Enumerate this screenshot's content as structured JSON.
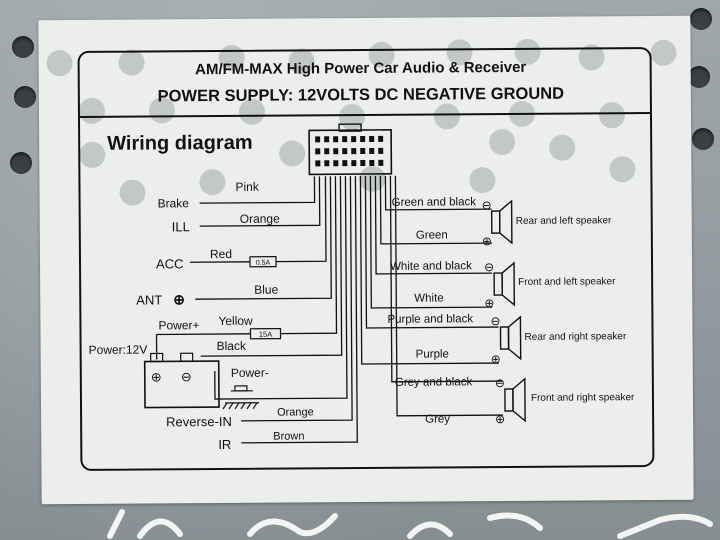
{
  "header": {
    "line1": "AM/FM-MAX High Power Car Audio & Receiver",
    "line2": "POWER SUPPLY: 12VOLTS DC NEGATIVE GROUND"
  },
  "section_title": "Wiring diagram",
  "left_wires": [
    {
      "name": "Brake",
      "color": "Pink"
    },
    {
      "name": "ILL",
      "color": "Orange"
    },
    {
      "name": "ACC",
      "color": "Red",
      "fuse": "0.5A"
    },
    {
      "name": "ANT",
      "color": "Blue"
    },
    {
      "name": "Power+",
      "color": "Yellow",
      "fuse": "15A"
    },
    {
      "name": "Power:12V",
      "color": "Black"
    },
    {
      "name": "Power-"
    },
    {
      "name": "Reverse-IN",
      "color": "Orange"
    },
    {
      "name": "IR",
      "color": "Brown"
    }
  ],
  "speakers": [
    {
      "label": "Rear and left speaker",
      "neg_wire": "Green and black",
      "pos_wire": "Green"
    },
    {
      "label": "Front and left speaker",
      "neg_wire": "White and black",
      "pos_wire": "White"
    },
    {
      "label": "Rear and right speaker",
      "neg_wire": "Purple and black",
      "pos_wire": "Purple"
    },
    {
      "label": "Front and right speaker",
      "neg_wire": "Grey and black",
      "pos_wire": "Grey"
    }
  ],
  "symbols": {
    "plus": "⊕",
    "minus": "⊖"
  },
  "colors": {
    "ink": "#111111",
    "label_bg": "#eceeec",
    "metal": "#9fa7ab"
  }
}
